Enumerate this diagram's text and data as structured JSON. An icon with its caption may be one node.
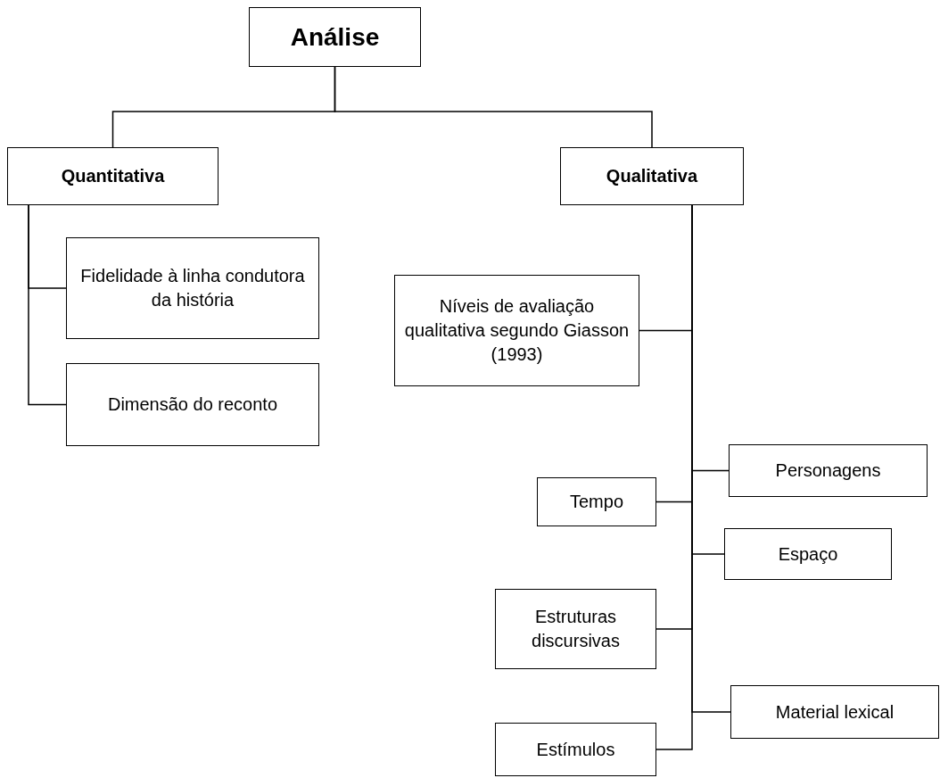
{
  "diagram": {
    "nodes": [
      {
        "text": [
          "Análise"
        ]
      },
      {
        "text": [
          "Quantitativa"
        ]
      },
      {
        "text": [
          "Qualitativa"
        ]
      },
      {
        "text": [
          "Fidelidade à linha condutora da história"
        ]
      },
      {
        "text": [
          "Dimensão do reconto"
        ]
      },
      {
        "text": [
          "Níveis de avaliação qualitativa segundo Giasson (1993)"
        ]
      },
      {
        "text": [
          "Personagens"
        ]
      },
      {
        "text": [
          "Tempo"
        ]
      },
      {
        "text": [
          "Espaço"
        ]
      },
      {
        "text": [
          "Estruturas discursivas"
        ]
      },
      {
        "text": [
          "Material lexical"
        ]
      },
      {
        "text": [
          "Estímulos"
        ]
      }
    ],
    "edges": [
      {
        "from": 0,
        "to": 1,
        "arrow": "none"
      },
      {
        "from": 0,
        "to": 2,
        "arrow": "none"
      },
      {
        "from": 1,
        "to": 3,
        "arrow": "none"
      },
      {
        "from": 1,
        "to": 4,
        "arrow": "none"
      },
      {
        "from": 2,
        "to": 5,
        "arrow": "none"
      },
      {
        "from": 2,
        "to": 6,
        "arrow": "none"
      },
      {
        "from": 2,
        "to": 7,
        "arrow": "none"
      },
      {
        "from": 2,
        "to": 8,
        "arrow": "none"
      },
      {
        "from": 2,
        "to": 9,
        "arrow": "none"
      },
      {
        "from": 2,
        "to": 10,
        "arrow": "none"
      },
      {
        "from": 2,
        "to": 11,
        "arrow": "none"
      }
    ]
  }
}
